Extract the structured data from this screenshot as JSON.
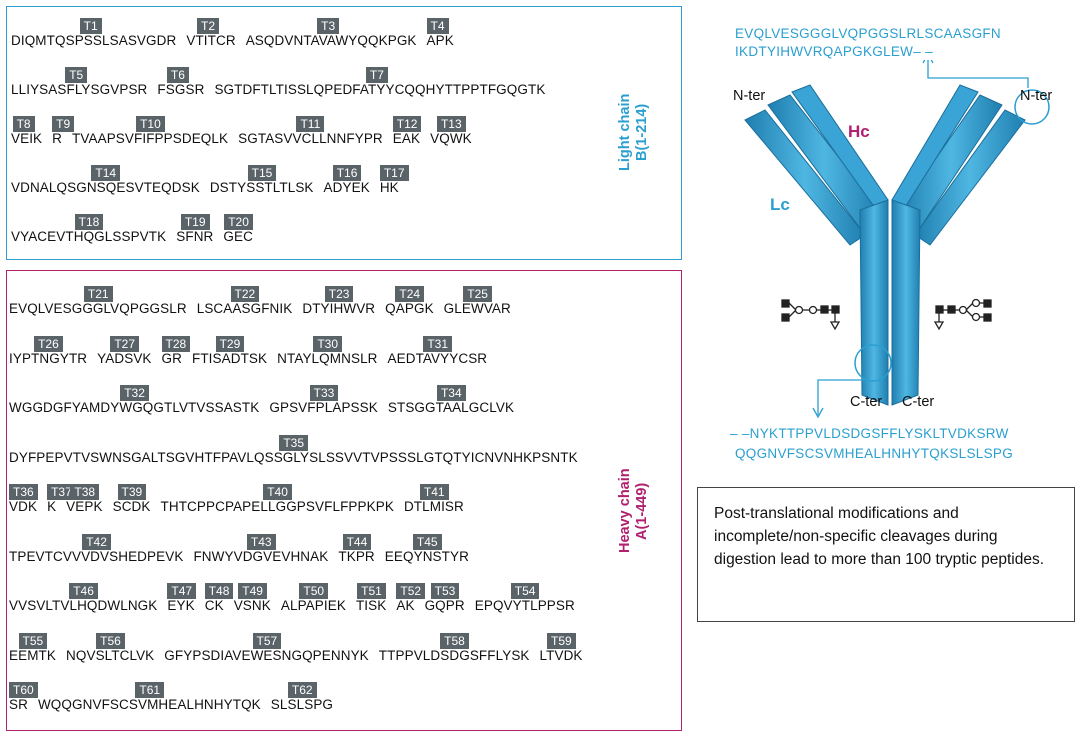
{
  "light_chain": {
    "label": "Light chain\nB(1-214)",
    "rows": [
      {
        "peptides": [
          {
            "tag": "T1",
            "seq": "DIQMTQSPSSLSASVGDR"
          },
          {
            "tag": "T2",
            "seq": "VTITCR"
          },
          {
            "tag": "T3",
            "seq": "ASQDVNTAVAWYQQKPGK"
          },
          {
            "tag": "T4",
            "seq": "APK"
          }
        ]
      },
      {
        "peptides": [
          {
            "tag": "T5",
            "seq": "LLIYSASFLYSGVPSR"
          },
          {
            "tag": "T6",
            "seq": "FSGSR"
          },
          {
            "tag": "T7",
            "seq": "SGTDFTLTISSLQPEDFATYYCQQHYTTPPTFGQGTK"
          }
        ]
      },
      {
        "peptides": [
          {
            "tag": "T8",
            "seq": "VEIK"
          },
          {
            "tag": "T9",
            "seq": "R"
          },
          {
            "tag": "T10",
            "seq": "TVAAPSVFIFPPSDEQLK"
          },
          {
            "tag": "T11",
            "seq": "SGTASVVCLLNNFYPR"
          },
          {
            "tag": "T12",
            "seq": "EAK"
          },
          {
            "tag": "T13",
            "seq": "VQWK"
          }
        ]
      },
      {
        "peptides": [
          {
            "tag": "T14",
            "seq": "VDNALQSGNSQESVTEQDSK"
          },
          {
            "tag": "T15",
            "seq": "DSTYSSTLTLSK"
          },
          {
            "tag": "T16",
            "seq": "ADYEK"
          },
          {
            "tag": "T17",
            "seq": "HK"
          }
        ]
      },
      {
        "peptides": [
          {
            "tag": "T18",
            "seq": "VYACEVTHQGLSSPVTK"
          },
          {
            "tag": "T19",
            "seq": "SFNR"
          },
          {
            "tag": "T20",
            "seq": "GEC"
          }
        ]
      }
    ]
  },
  "heavy_chain": {
    "label": "Heavy chain\nA(1-449)",
    "rows": [
      {
        "peptides": [
          {
            "tag": "T21",
            "seq": "EVQLVESGGGLVQPGGSLR"
          },
          {
            "tag": "T22",
            "seq": "LSCAASGFNIK"
          },
          {
            "tag": "T23",
            "seq": "DTYIHWVR"
          },
          {
            "tag": "T24",
            "seq": "QAPGK"
          },
          {
            "tag": "T25",
            "seq": "GLEWVAR"
          }
        ]
      },
      {
        "peptides": [
          {
            "tag": "T26",
            "seq": "IYPTNGYTR"
          },
          {
            "tag": "T27",
            "seq": "YADSVK"
          },
          {
            "tag": "T28",
            "seq": "GR"
          },
          {
            "tag": "T29",
            "seq": "FTISADTSK"
          },
          {
            "tag": "T30",
            "seq": "NTAYLQMNSLR"
          },
          {
            "tag": "T31",
            "seq": "AEDTAVYYCSR"
          }
        ]
      },
      {
        "peptides": [
          {
            "tag": "T32",
            "seq": "WGGDGFYAMDYWGQGTLVTVSSASTK"
          },
          {
            "tag": "T33",
            "seq": "GPSVFPLAPSSK"
          },
          {
            "tag": "T34",
            "seq": "STSGGTAALGCLVK"
          }
        ]
      },
      {
        "peptides": [
          {
            "tag": "T35",
            "seq": "DYFPEPVTVSWNSGALTSGVHTFPAVLQSSGLYSLSSVVTVPSSSLGTQTYICNVNHKPSNTK"
          }
        ]
      },
      {
        "peptides": [
          {
            "tag": "T36",
            "seq": "VDK"
          },
          {
            "tag": "T37",
            "seq": "K"
          },
          {
            "tag": "T38",
            "seq": "VEPK"
          },
          {
            "tag": "T39",
            "seq": "SCDK"
          },
          {
            "tag": "T40",
            "seq": "THTCPPCPAPELLGGPSVFLFPPKPK"
          },
          {
            "tag": "T41",
            "seq": "DTLMISR"
          }
        ]
      },
      {
        "peptides": [
          {
            "tag": "T42",
            "seq": "TPEVTCVVVDVSHEDPEVK"
          },
          {
            "tag": "T43",
            "seq": "FNWYVDGVEVHNAK"
          },
          {
            "tag": "T44",
            "seq": "TKPR"
          },
          {
            "tag": "T45",
            "seq": "EEQYNSTYR"
          }
        ]
      },
      {
        "peptides": [
          {
            "tag": "T46",
            "seq": "VVSVLTVLHQDWLNGK"
          },
          {
            "tag": "T47",
            "seq": "EYK"
          },
          {
            "tag": "T48",
            "seq": "CK"
          },
          {
            "tag": "T49",
            "seq": "VSNK"
          },
          {
            "tag": "T50",
            "seq": "ALPAPIEK"
          },
          {
            "tag": "T51",
            "seq": "TISK"
          },
          {
            "tag": "T52",
            "seq": "AK"
          },
          {
            "tag": "T53",
            "seq": "GQPR"
          },
          {
            "tag": "T54",
            "seq": "EPQVYTLPPSR"
          }
        ]
      },
      {
        "peptides": [
          {
            "tag": "T55",
            "seq": "EEMTK"
          },
          {
            "tag": "T56",
            "seq": "NQVSLTCLVK"
          },
          {
            "tag": "T57",
            "seq": "GFYPSDIAVEWESNGQPENNYK"
          },
          {
            "tag": "T58",
            "seq": "TTPPVLDSDGSFFLYSK"
          },
          {
            "tag": "T59",
            "seq": "LTVDK"
          }
        ]
      },
      {
        "peptides": [
          {
            "tag": "T60",
            "seq": "SR"
          },
          {
            "tag": "T61",
            "seq": "WQQGNVFSCSVMHEALHNHYTQK"
          },
          {
            "tag": "T62",
            "seq": "SLSLSPG"
          }
        ]
      }
    ]
  },
  "antibody": {
    "n_term_seq_1": "EVQLVESGGGLVQPGGSLRLSCAASGFN",
    "n_term_seq_2": "IKDTYIHWVRQAPGKGLEW– –",
    "c_term_seq_1": "– –NYKTTPPVLDSDGSFFLYSKLTVDKSRW",
    "c_term_seq_2": "QQGNVFSCSVMHEALHNHYTQKSLSLSPG",
    "n_ter_left": "N-ter",
    "n_ter_right": "N-ter",
    "c_ter_left": "C-ter",
    "c_ter_right": "C-ter",
    "hc": "Hc",
    "lc": "Lc",
    "colors": {
      "blue": "#2a9fd0",
      "magenta": "#b0206e",
      "tag_bg": "#5a6368"
    }
  },
  "note": "Post-translational modifications and incomplete/non-specific cleavages during digestion lead to more than 100 tryptic peptides."
}
